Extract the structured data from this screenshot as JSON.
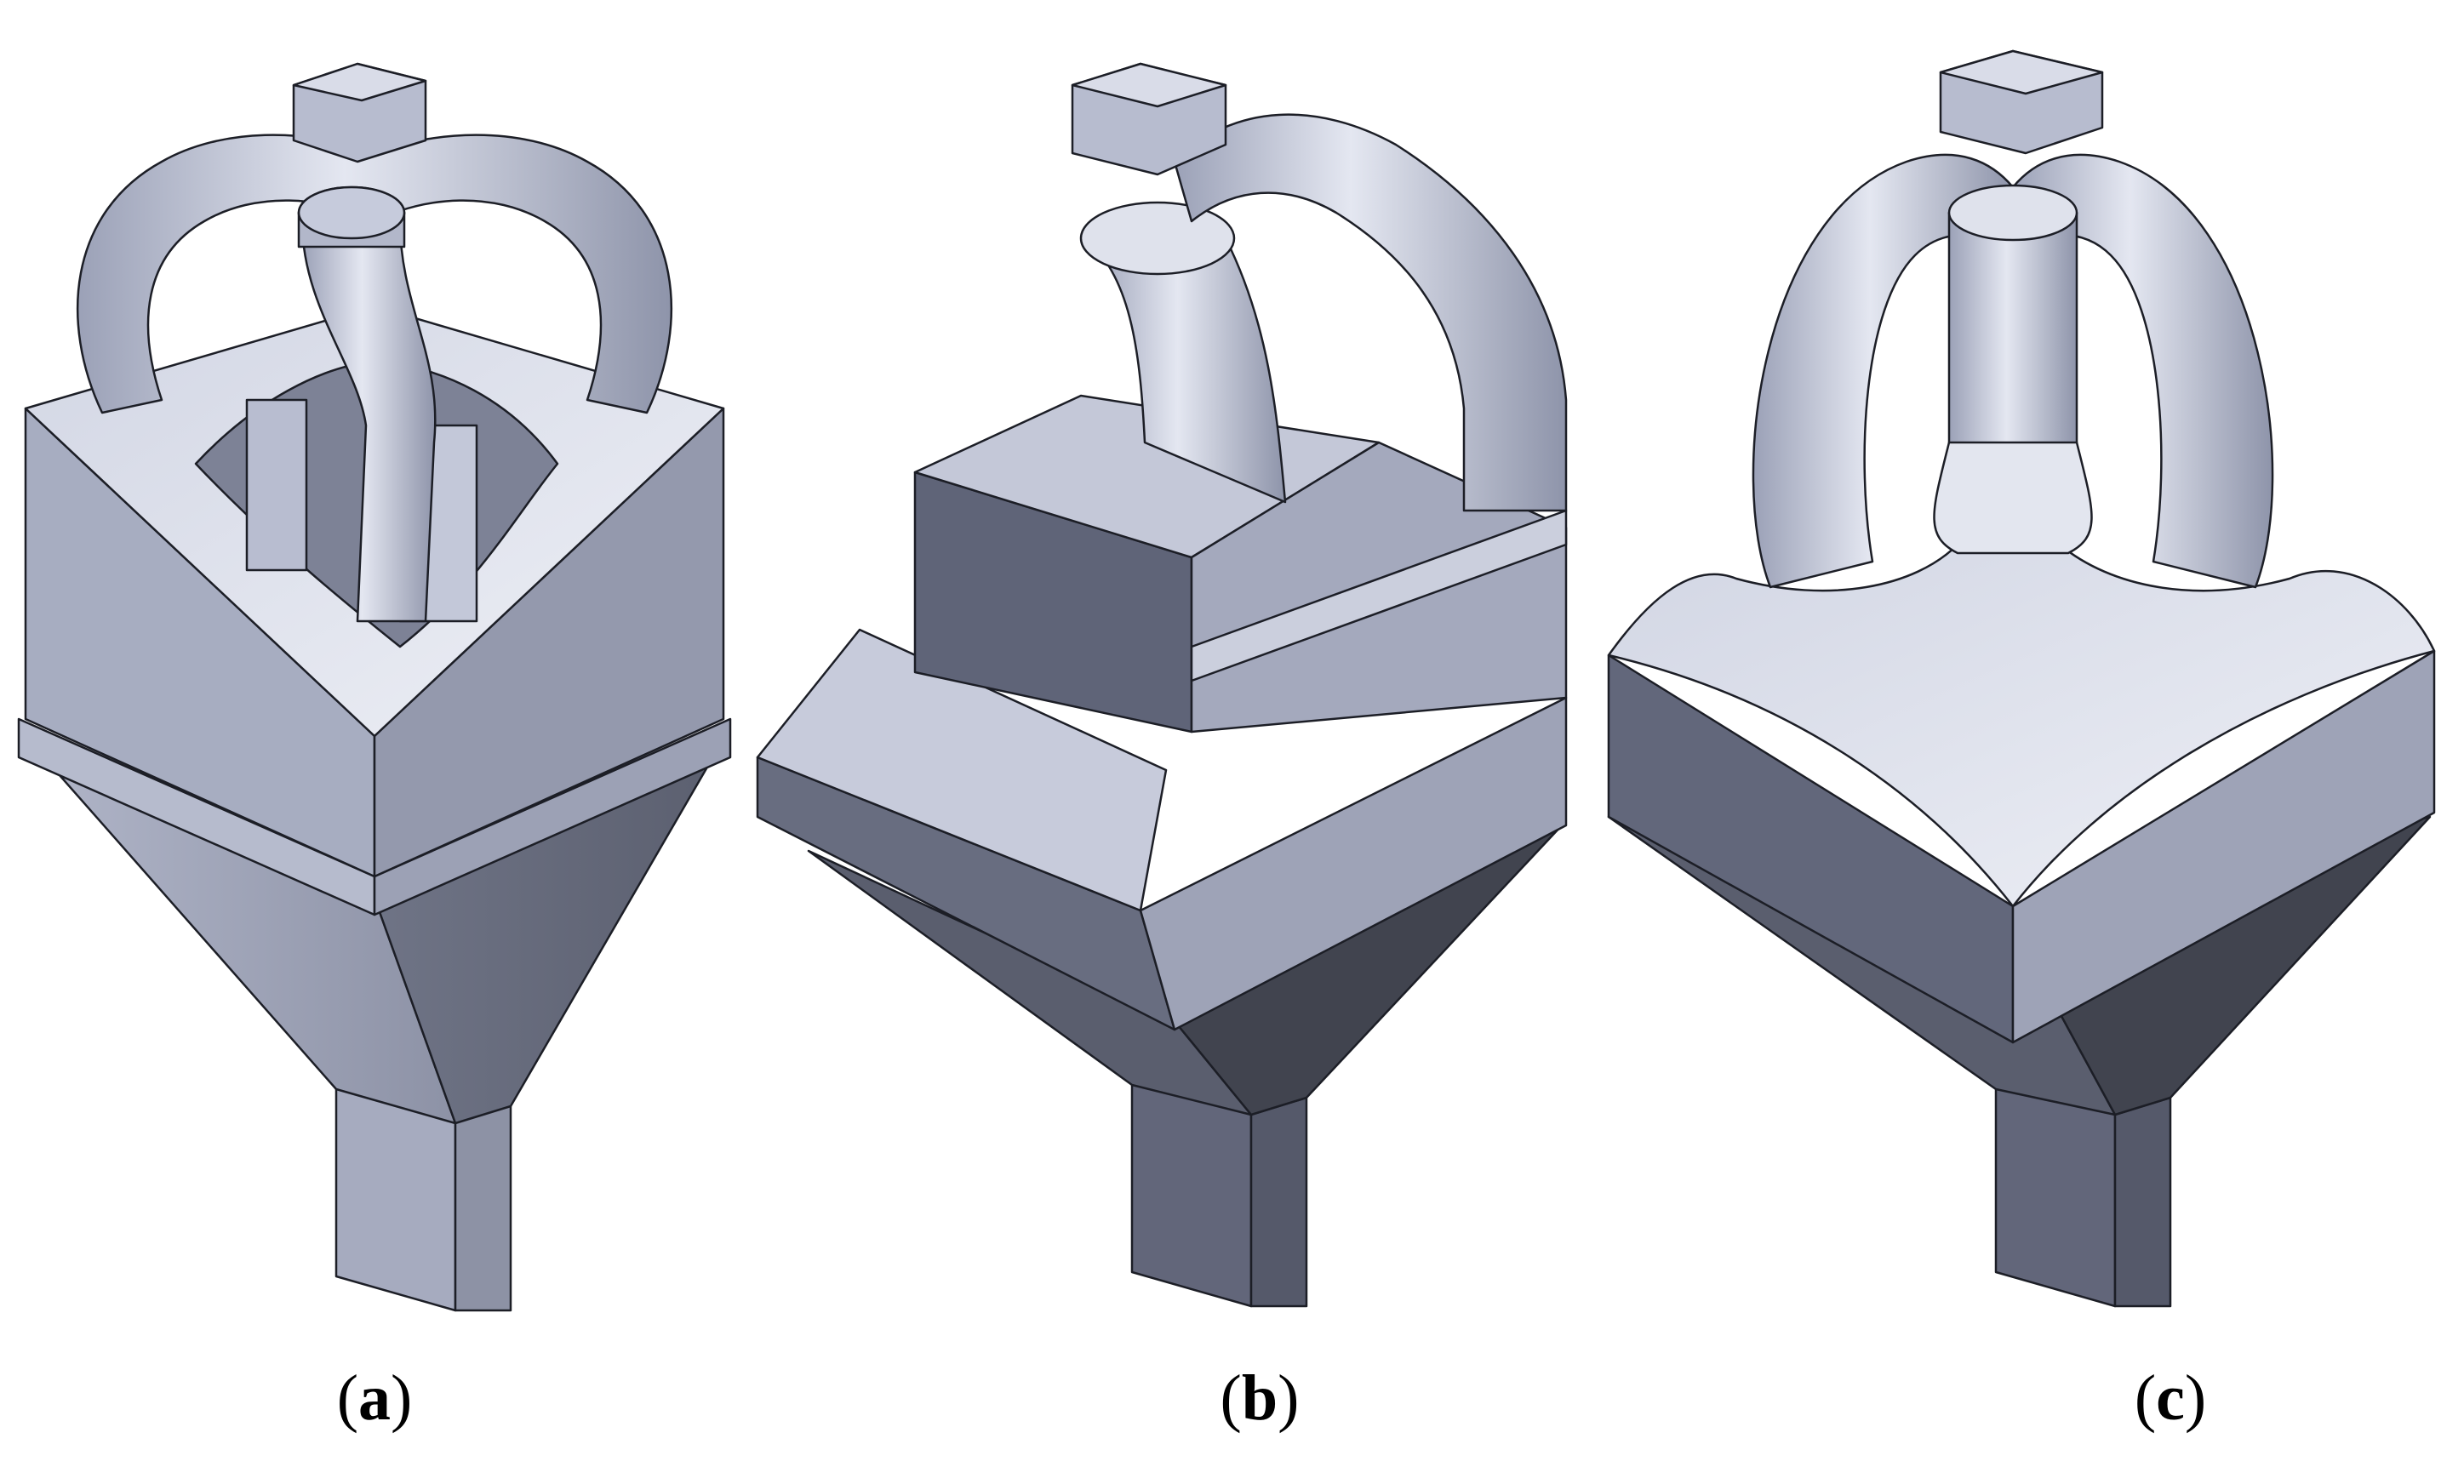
{
  "panels": [
    {
      "id": "a",
      "open": "(",
      "letter": "a",
      "close": ")"
    },
    {
      "id": "b",
      "open": "(",
      "letter": "b",
      "close": ")"
    },
    {
      "id": "c",
      "open": "(",
      "letter": "c",
      "close": ")"
    }
  ],
  "colors": {
    "background": "#ffffff",
    "face_light": "#c9cedf",
    "face_mid": "#a9afc3",
    "face_dark": "#6c7184",
    "face_darker": "#4a4e5c",
    "edge": "#1c1e26"
  }
}
